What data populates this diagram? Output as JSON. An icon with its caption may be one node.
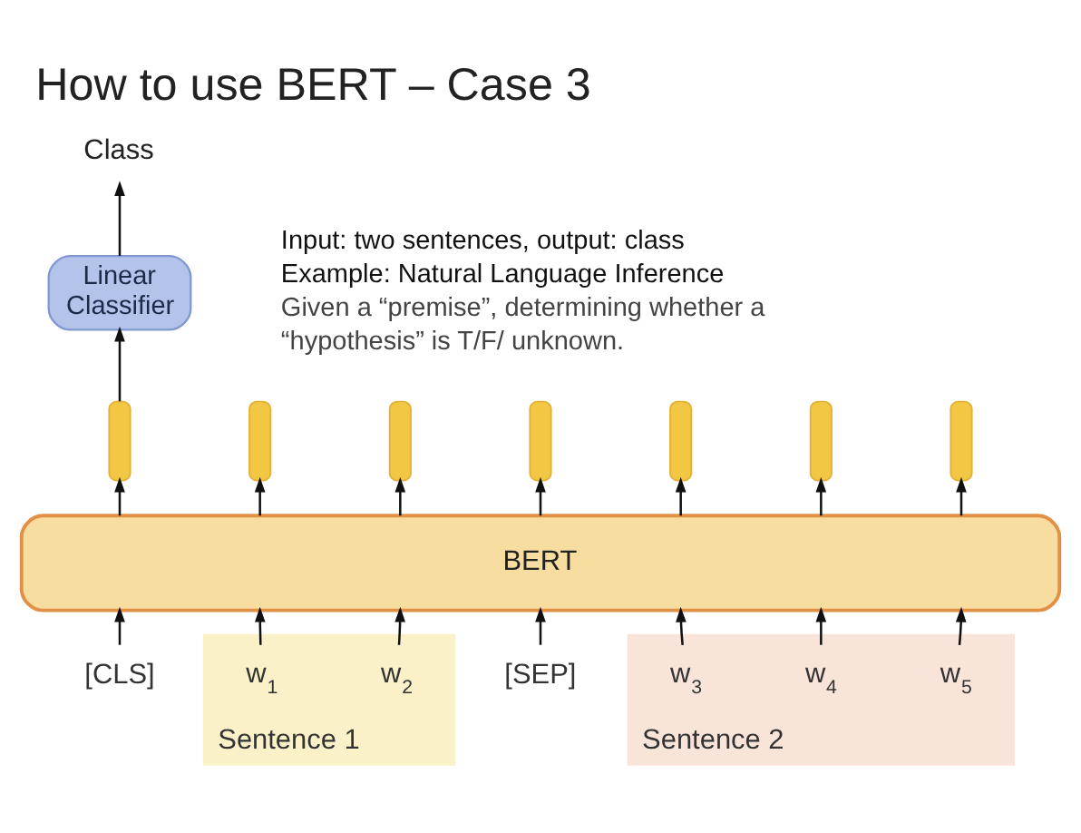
{
  "diagram": {
    "title": "How to use BERT – Case 3",
    "nodes": [
      {
        "text": [
          "Class"
        ]
      },
      {
        "text": [
          "Linear Classifier"
        ]
      },
      {
        "text": [],
        "shape": "bar"
      },
      {
        "text": [],
        "shape": "bar"
      },
      {
        "text": [],
        "shape": "bar"
      },
      {
        "text": [],
        "shape": "bar"
      },
      {
        "text": [],
        "shape": "bar"
      },
      {
        "text": [],
        "shape": "bar"
      },
      {
        "text": [],
        "shape": "bar"
      },
      {
        "text": [
          "BERT"
        ]
      },
      {
        "text": [
          "[CLS]"
        ]
      },
      {
        "text": [
          "Sentence 1"
        ]
      },
      {
        "text": [
          "w$_{1}$"
        ],
        "in": 11
      },
      {
        "text": [
          "w$_{2}$"
        ],
        "in": 11
      },
      {
        "text": [
          "[SEP]"
        ]
      },
      {
        "text": [
          "Sentence 2"
        ]
      },
      {
        "text": [
          "w$_{3}$"
        ],
        "in": 15
      },
      {
        "text": [
          "w$_{4}$"
        ],
        "in": 15
      },
      {
        "text": [
          "w$_{5}$"
        ],
        "in": 15
      }
    ],
    "edges": [
      {
        "from": 1,
        "to": 0,
        "arrow": "to"
      },
      {
        "from": 2,
        "to": 1,
        "arrow": "to"
      },
      {
        "from": 9,
        "to": 2,
        "arrow": "to"
      },
      {
        "from": 9,
        "to": 3,
        "arrow": "to"
      },
      {
        "from": 9,
        "to": 4,
        "arrow": "to"
      },
      {
        "from": 9,
        "to": 5,
        "arrow": "to"
      },
      {
        "from": 9,
        "to": 6,
        "arrow": "to"
      },
      {
        "from": 9,
        "to": 7,
        "arrow": "to"
      },
      {
        "from": 9,
        "to": 8,
        "arrow": "to"
      },
      {
        "from": 10,
        "to": 9,
        "arrow": "to"
      },
      {
        "from": 12,
        "to": 9,
        "arrow": "to"
      },
      {
        "from": 13,
        "to": 9,
        "arrow": "to"
      },
      {
        "from": 14,
        "to": 9,
        "arrow": "to"
      },
      {
        "from": 16,
        "to": 9,
        "arrow": "to"
      },
      {
        "from": 17,
        "to": 9,
        "arrow": "to"
      },
      {
        "from": 18,
        "to": 9,
        "arrow": "to"
      }
    ],
    "labels": [
      "Input: two sentences, output: class",
      "Example: Natural Language Inference",
      "Given a “premise”, determining whether a “hypothesis” is T/F/ unknown."
    ]
  }
}
